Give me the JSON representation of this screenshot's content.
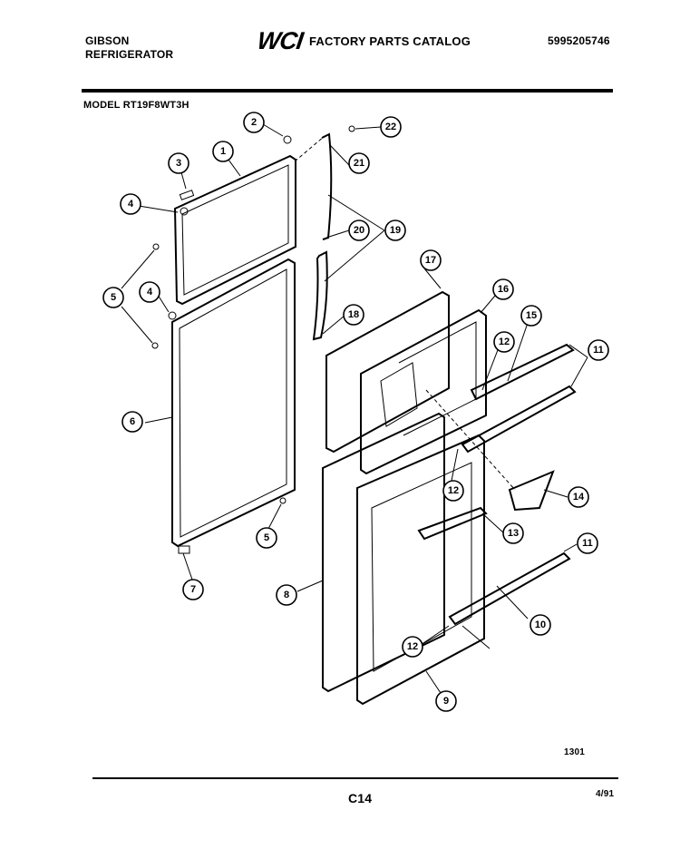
{
  "header": {
    "brand_line1": "GIBSON",
    "brand_line2": "REFRIGERATOR",
    "logo": "WCI",
    "catalog_title": "FACTORY PARTS CATALOG",
    "part_number": "5995205746",
    "model": "MODEL RT19F8WT3H"
  },
  "footer": {
    "reference": "1301",
    "page": "C14",
    "date": "4/91"
  },
  "callouts": [
    {
      "id": "c1",
      "label": "1"
    },
    {
      "id": "c2",
      "label": "2"
    },
    {
      "id": "c3",
      "label": "3"
    },
    {
      "id": "c4a",
      "label": "4"
    },
    {
      "id": "c4b",
      "label": "4"
    },
    {
      "id": "c5a",
      "label": "5"
    },
    {
      "id": "c5b",
      "label": "5"
    },
    {
      "id": "c6",
      "label": "6"
    },
    {
      "id": "c7",
      "label": "7"
    },
    {
      "id": "c8",
      "label": "8"
    },
    {
      "id": "c9",
      "label": "9"
    },
    {
      "id": "c10",
      "label": "10"
    },
    {
      "id": "c11a",
      "label": "11"
    },
    {
      "id": "c11b",
      "label": "11"
    },
    {
      "id": "c12a",
      "label": "12"
    },
    {
      "id": "c12b",
      "label": "12"
    },
    {
      "id": "c12c",
      "label": "12"
    },
    {
      "id": "c13",
      "label": "13"
    },
    {
      "id": "c14",
      "label": "14"
    },
    {
      "id": "c15",
      "label": "15"
    },
    {
      "id": "c16",
      "label": "16"
    },
    {
      "id": "c17",
      "label": "17"
    },
    {
      "id": "c18",
      "label": "18"
    },
    {
      "id": "c19",
      "label": "19"
    },
    {
      "id": "c20",
      "label": "20"
    },
    {
      "id": "c21",
      "label": "21"
    },
    {
      "id": "c22",
      "label": "22"
    }
  ]
}
